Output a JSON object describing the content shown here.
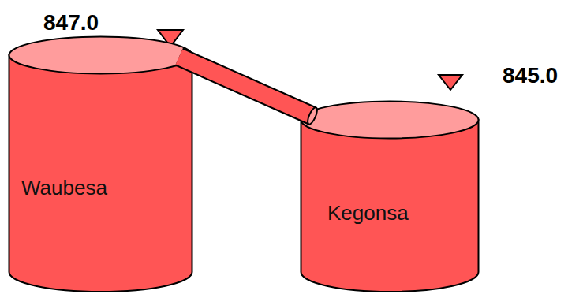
{
  "diagram": {
    "nodes": [
      {
        "text": [
          "Waubesa"
        ]
      },
      {
        "text": [
          "Kegonsa"
        ]
      }
    ],
    "edges": [
      {
        "from": 0,
        "to": 1,
        "arrow": "none"
      }
    ],
    "labels": [
      "847.0",
      "845.0"
    ]
  }
}
